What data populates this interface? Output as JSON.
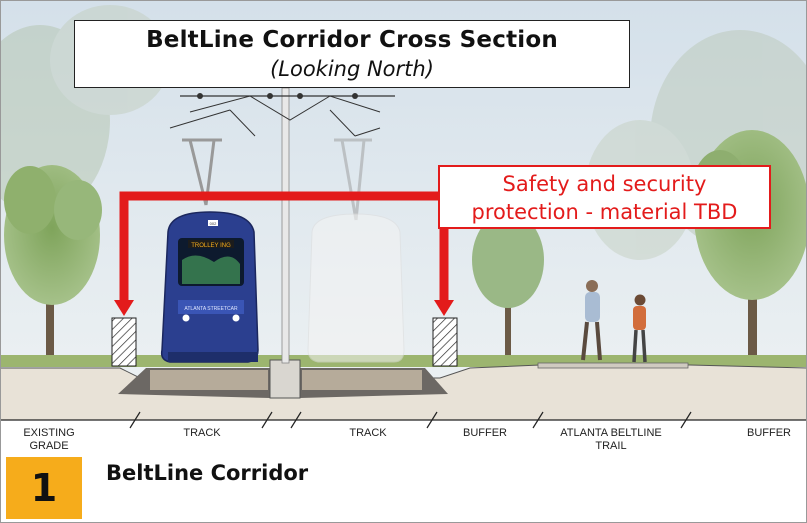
{
  "header": {
    "title": "BeltLine Corridor Cross Section",
    "subtitle": "(Looking North)"
  },
  "callout": {
    "line1": "Safety and security",
    "line2": "protection - material TBD"
  },
  "zones": [
    {
      "id": "existing-grade",
      "lines": [
        "EXISTING",
        "GRADE"
      ]
    },
    {
      "id": "track-left",
      "lines": [
        "TRACK"
      ]
    },
    {
      "id": "track-right",
      "lines": [
        "TRACK"
      ]
    },
    {
      "id": "buffer-left",
      "lines": [
        "BUFFER"
      ]
    },
    {
      "id": "trail",
      "lines": [
        "ATLANTA BELTLINE",
        "TRAIL"
      ]
    },
    {
      "id": "buffer-right",
      "lines": [
        "BUFFER"
      ]
    }
  ],
  "footer": {
    "number": "1",
    "title": "BeltLine Corridor"
  },
  "streetcar": {
    "headsign": "TROLLEY ING",
    "brand": "ATLANTA STREETCAR",
    "route_number": "002"
  },
  "colors": {
    "callout_red": "#e31b1b",
    "badge_orange": "#f6ac1b",
    "streetcar_blue": "#2b3f8f",
    "sky": "#dfe8ef",
    "ground": "#e7e1d6"
  }
}
